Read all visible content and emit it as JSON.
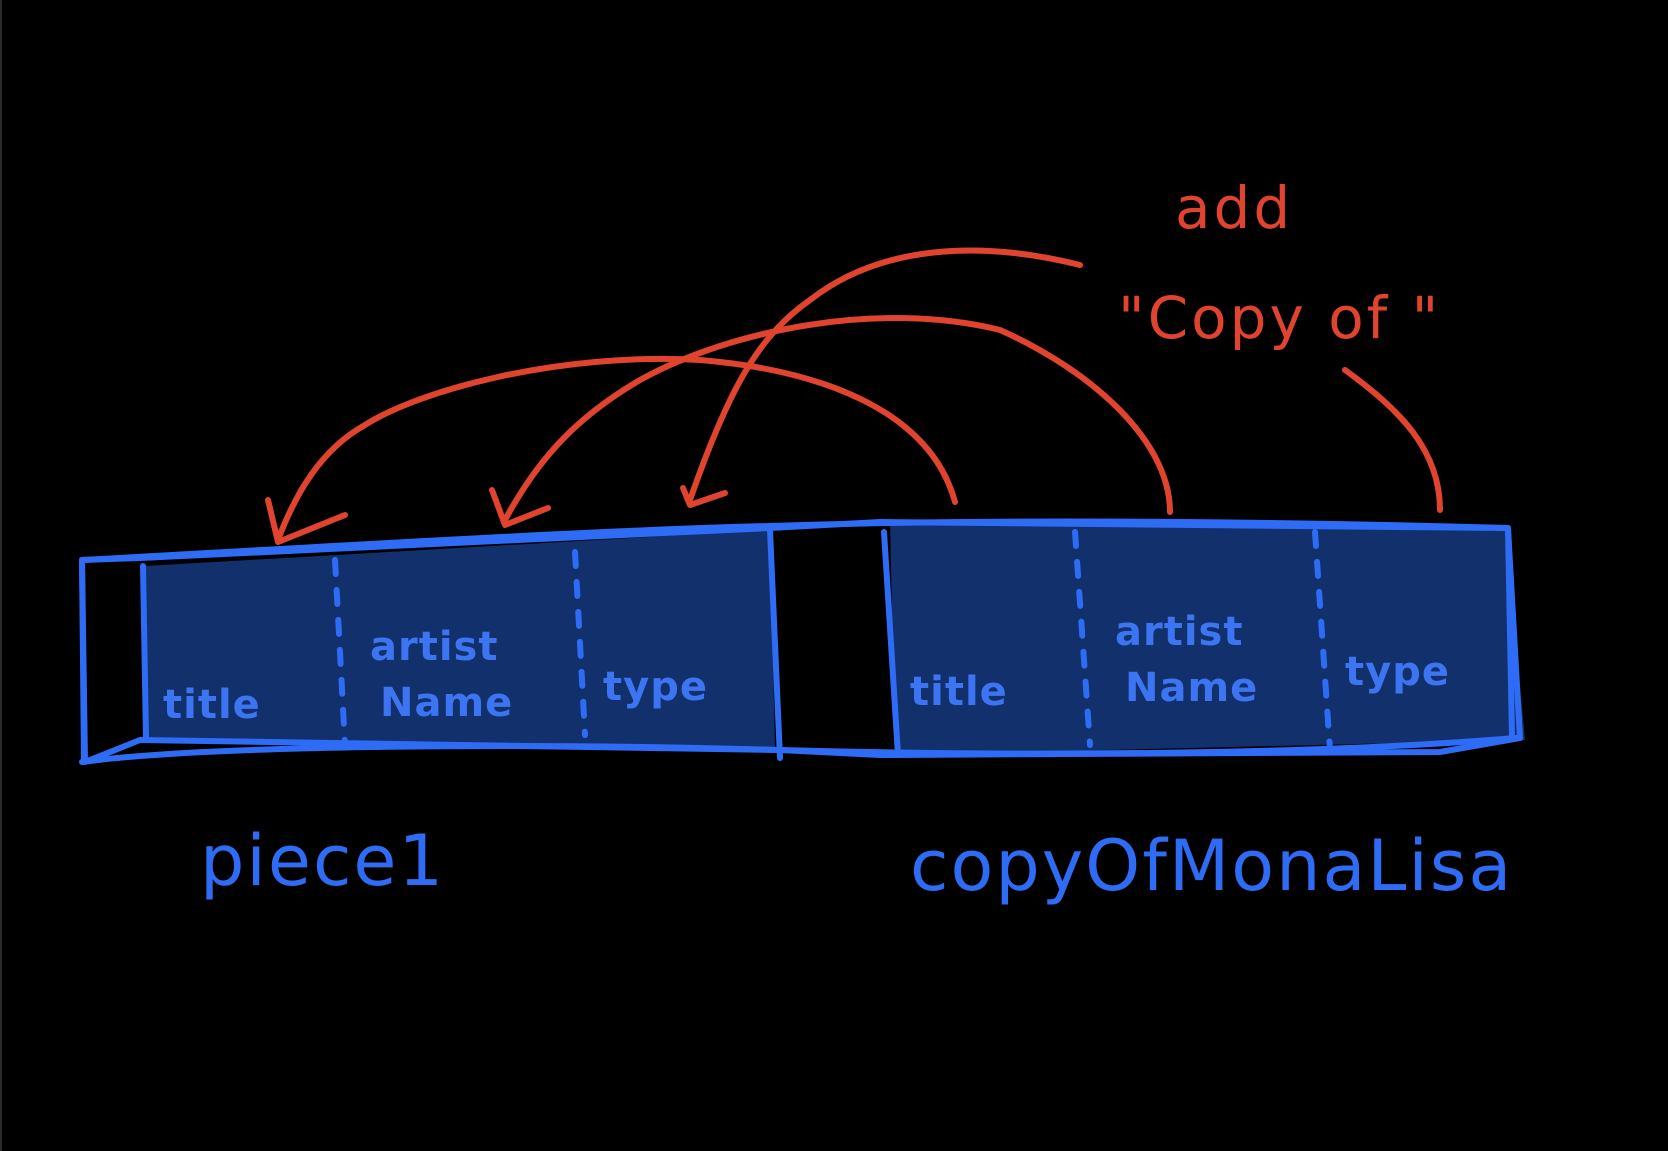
{
  "diagram": {
    "annotation": {
      "line1": "add",
      "line2": "\"Copy of \""
    },
    "objects": [
      {
        "name": "piece1",
        "fields": [
          "title",
          "artist\nName",
          "type"
        ]
      },
      {
        "name": "copyOfMonaLisa",
        "fields": [
          "title",
          "artist\nName",
          "type"
        ]
      }
    ],
    "colors": {
      "background": "#000000",
      "memory_fill": "#12306b",
      "memory_stroke": "#2f6cf5",
      "arrow": "#e0432e"
    }
  }
}
